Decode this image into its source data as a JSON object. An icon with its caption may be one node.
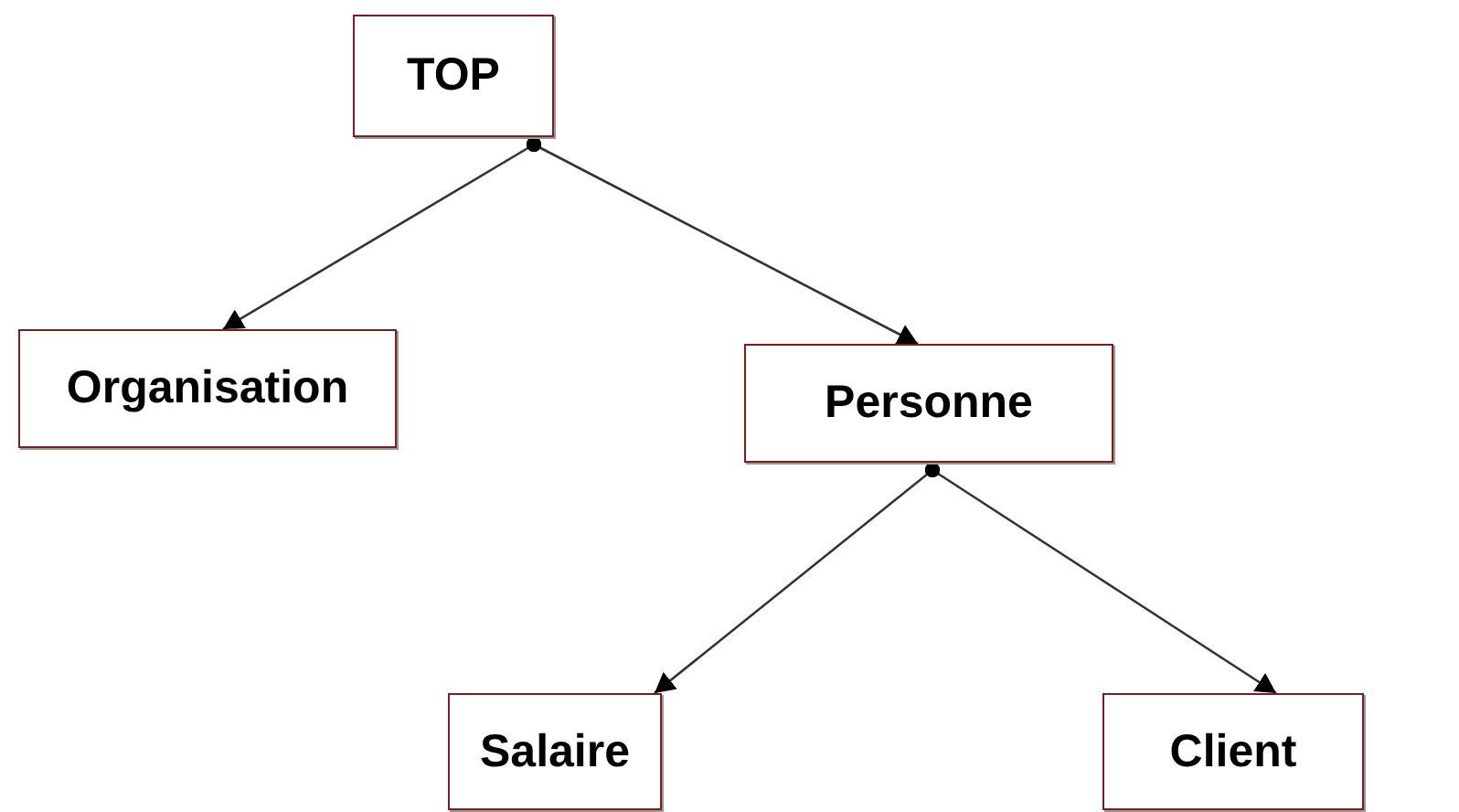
{
  "diagram": {
    "nodes": [
      {
        "text": [
          "TOP"
        ]
      },
      {
        "text": [
          "Organisation"
        ]
      },
      {
        "text": [
          "Personne"
        ]
      },
      {
        "text": [
          "Salaire"
        ]
      },
      {
        "text": [
          "Client"
        ]
      }
    ],
    "edges": [
      {
        "from": 0,
        "to": 1,
        "arrow": "to"
      },
      {
        "from": 0,
        "to": 2,
        "arrow": "to"
      },
      {
        "from": 2,
        "to": 3,
        "arrow": "to"
      },
      {
        "from": 2,
        "to": 4,
        "arrow": "to"
      }
    ]
  }
}
